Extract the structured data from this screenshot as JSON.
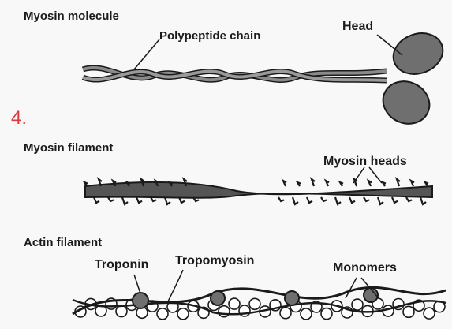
{
  "figure_number": "4.",
  "colors": {
    "number": "#e03a3a",
    "label": "#1a1a1a",
    "fill": "#6f6f6f",
    "stroke": "#1a1a1a",
    "monomer": "#ffffff"
  },
  "myosin_molecule": {
    "title": "Myosin molecule",
    "chain_label": "Polypeptide chain",
    "head_label": "Head"
  },
  "myosin_filament": {
    "title": "Myosin filament",
    "heads_label": "Myosin heads"
  },
  "actin_filament": {
    "title": "Actin filament",
    "troponin_label": "Troponin",
    "tropomyosin_label": "Tropomyosin",
    "monomers_label": "Monomers"
  }
}
